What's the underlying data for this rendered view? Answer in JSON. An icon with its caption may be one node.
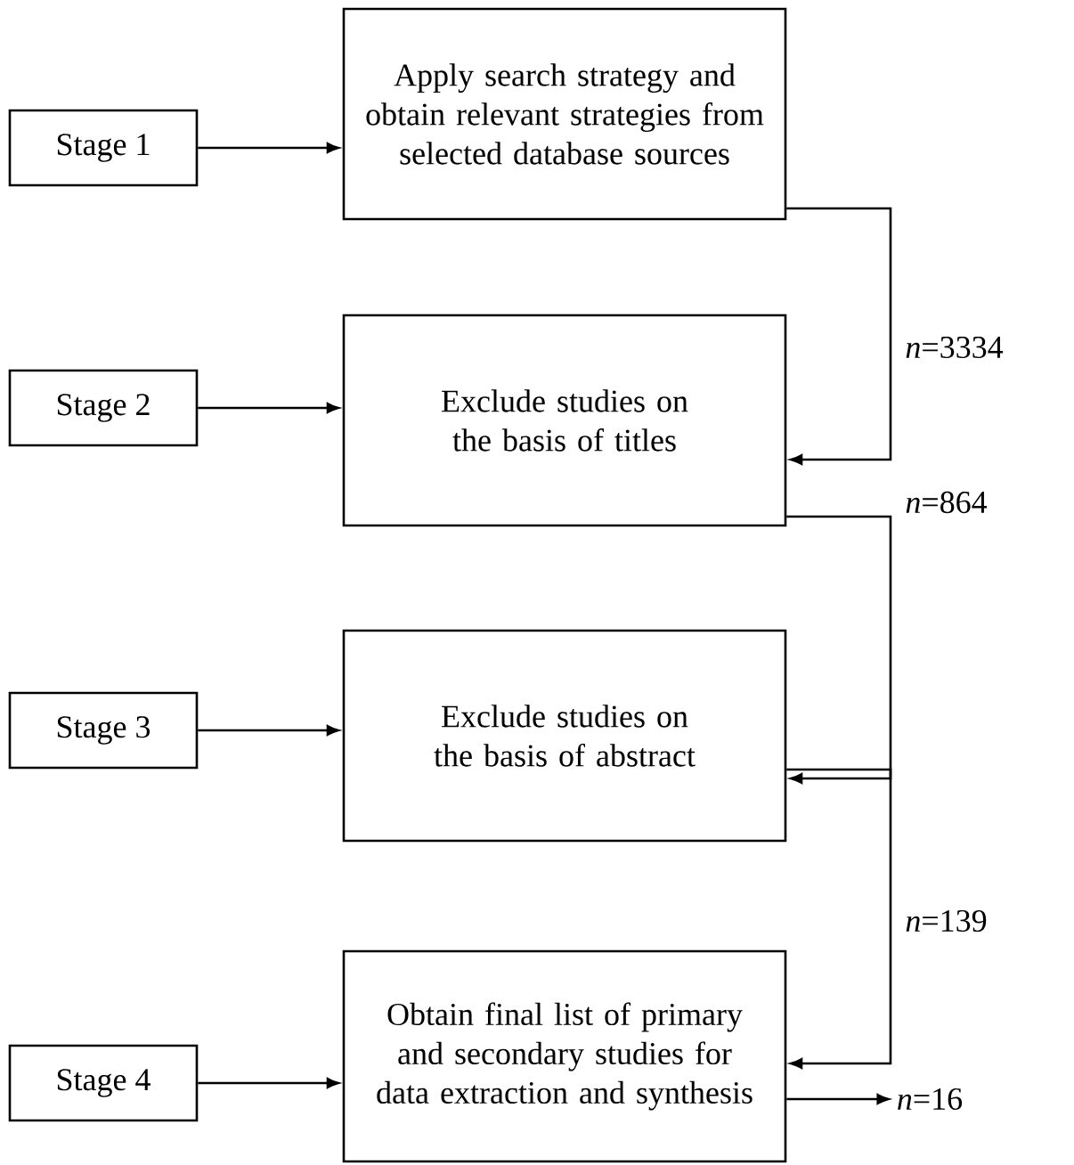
{
  "diagram": {
    "nodes": [
      {
        "text": [
          "Stage 1"
        ]
      },
      {
        "text": [
          "Apply search strategy and obtain relevant strategies from selected database sources"
        ]
      },
      {
        "text": [
          "Stage 2"
        ]
      },
      {
        "text": [
          "Exclude studies on the basis of titles"
        ]
      },
      {
        "text": [
          "Stage 3"
        ]
      },
      {
        "text": [
          "Exclude studies on the basis of abstract"
        ]
      },
      {
        "text": [
          "Stage 4"
        ]
      },
      {
        "text": [
          "Obtain final list of primary and secondary studies for data extraction and synthesis"
        ]
      },
      {
        "text": [
          "*n*=16"
        ]
      }
    ],
    "edges": [
      {
        "from": 0,
        "to": 1,
        "arrow": "to"
      },
      {
        "from": 2,
        "to": 3,
        "arrow": "to"
      },
      {
        "from": 4,
        "to": 5,
        "arrow": "to"
      },
      {
        "from": 6,
        "to": 7,
        "arrow": "to"
      },
      {
        "from": 1,
        "to": 3,
        "arrow": "to",
        "label": "*n*=3334"
      },
      {
        "from": 3,
        "to": 5,
        "arrow": "to",
        "label": "*n*=864"
      },
      {
        "from": 5,
        "to": 7,
        "arrow": "to",
        "label": "*n*=139"
      },
      {
        "from": 7,
        "to": 8,
        "arrow": "to"
      }
    ]
  }
}
